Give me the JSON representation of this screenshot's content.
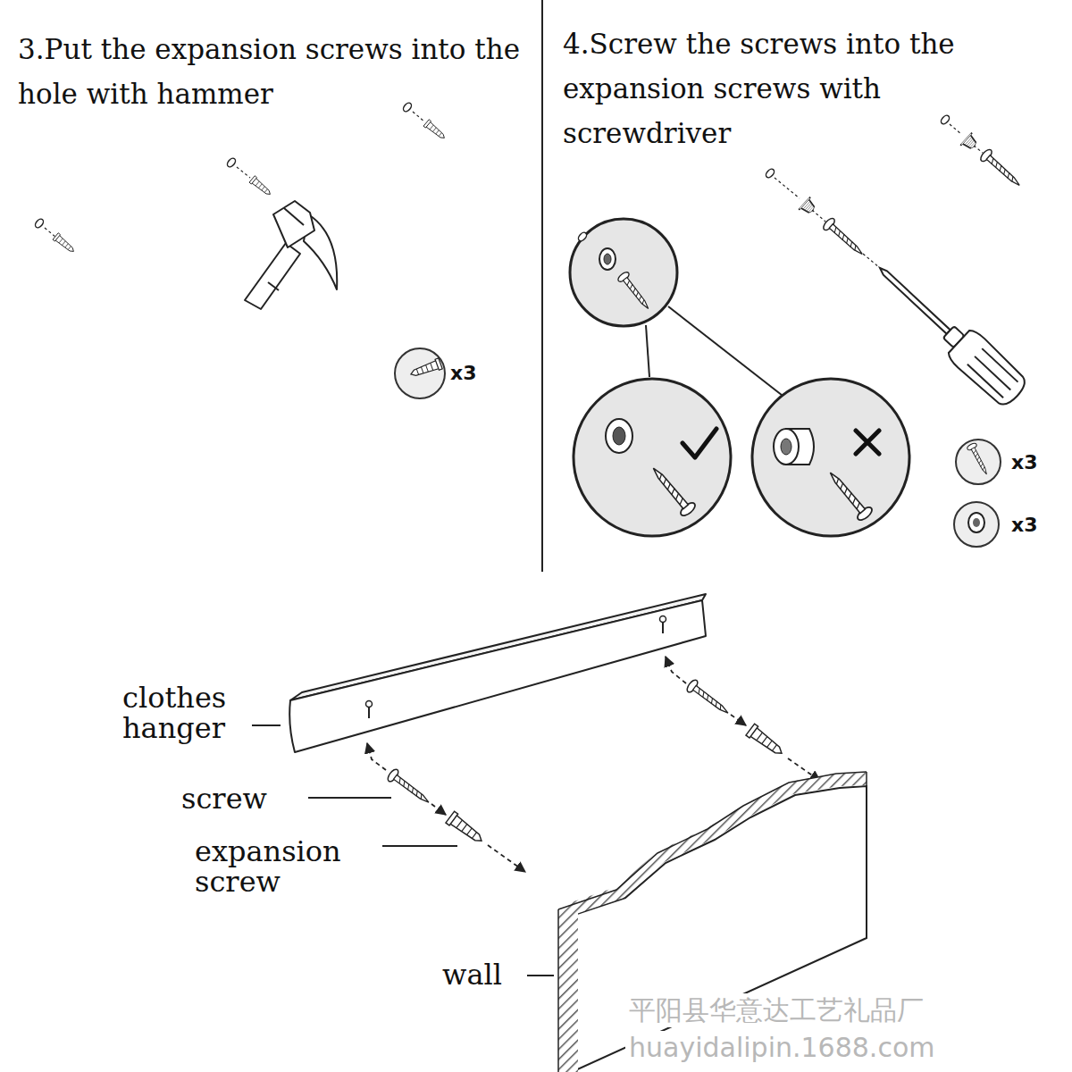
{
  "diagram": {
    "labels": [
      "3.Put the expansion screws into the hole with hammer",
      "x3",
      "4.Screw the screws into the expansion screws with screwdriver",
      "x3",
      "x3",
      "clothes hanger",
      "screw",
      "expansion screw",
      "wall",
      "平阳县华意达工艺礼品厂",
      "huayidalipin.1688.com"
    ]
  }
}
